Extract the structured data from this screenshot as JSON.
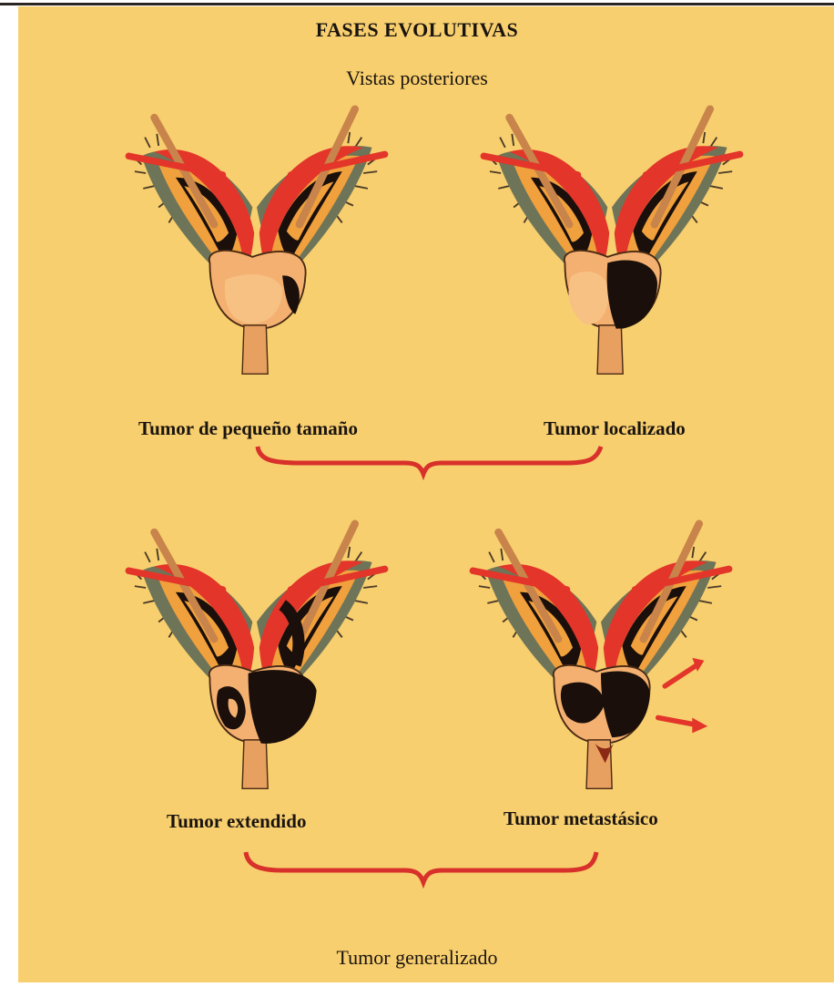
{
  "header": {
    "title": "FASES EVOLUTIVAS",
    "subtitle": "Vistas posteriores"
  },
  "illustrations": [
    {
      "label": "Tumor de pequeño tamaño",
      "stage": "small"
    },
    {
      "label": "Tumor localizado",
      "stage": "localized"
    },
    {
      "label": "Tumor extendido",
      "stage": "extended"
    },
    {
      "label": "Tumor metastásico",
      "stage": "metastatic"
    }
  ],
  "footer": {
    "label": "Tumor generalizado"
  },
  "colors": {
    "background": "#f8cf6e",
    "vessel_red": "#e3352a",
    "vesicle_orange": "#f0a03c",
    "tumor_dark": "#1a0f0a",
    "prostate_light": "#f7c184",
    "brace_red": "#d8302a"
  }
}
